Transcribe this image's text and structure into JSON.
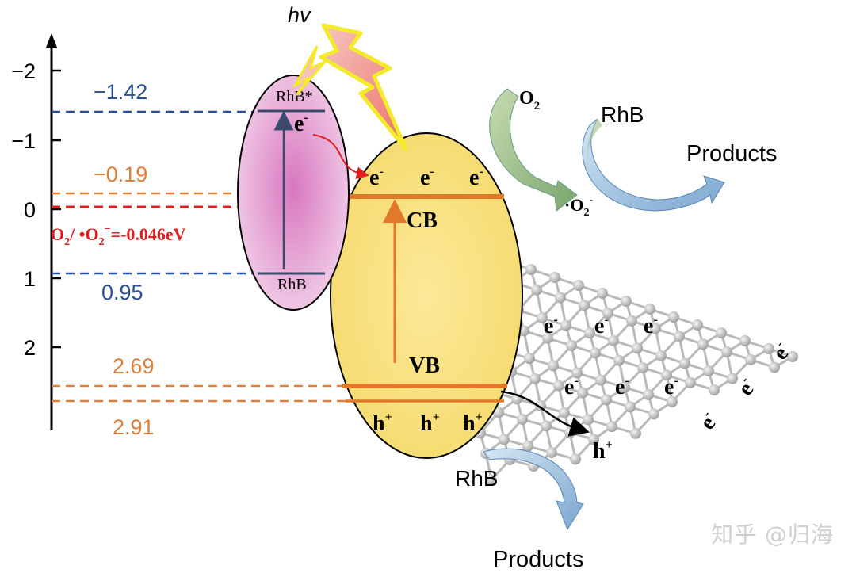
{
  "axis": {
    "ticks": [
      "−2",
      "−1",
      "0",
      "1",
      "2"
    ]
  },
  "levels": {
    "rhb_star_value": "−1.42",
    "cb_value": "−0.19",
    "rhb_value": "0.95",
    "vb_upper_value": "2.69",
    "vb_lower_value": "2.91",
    "redox_label_part1": "O",
    "redox_label_sub1": "2",
    "redox_label_part2": "/ •O",
    "redox_label_sub2": "2",
    "redox_label_sup": "−",
    "redox_label_part3": "=-0.046eV"
  },
  "dye": {
    "excited_label": "RhB*",
    "ground_label": "RhB",
    "electron": "e",
    "electron_sup": "-"
  },
  "semiconductor": {
    "cb_label": "CB",
    "vb_label": "VB",
    "electron": "e",
    "electron_sup": "-",
    "hole": "h",
    "hole_sup": "+"
  },
  "light": {
    "label": "hv"
  },
  "reactions": {
    "o2": "O",
    "o2_sub": "2",
    "superoxide_prefix": "·O",
    "superoxide_sub": "2",
    "superoxide_sup": "-",
    "rhb_top": "RhB",
    "products_top": "Products",
    "rhb_bottom": "RhB",
    "products_bottom": "Products"
  },
  "graphene": {
    "electron": "e",
    "electron_sup": "-",
    "hole": "h",
    "hole_sup": "+"
  },
  "colors": {
    "blue_level": "#2a4f9a",
    "orange_level": "#e07f3a",
    "red_level": "#e02020",
    "dye_fill": "#dc8fc6",
    "semi_fill": "#f7df74",
    "band_line": "#e07a2a"
  },
  "watermark": "知乎 @归海"
}
